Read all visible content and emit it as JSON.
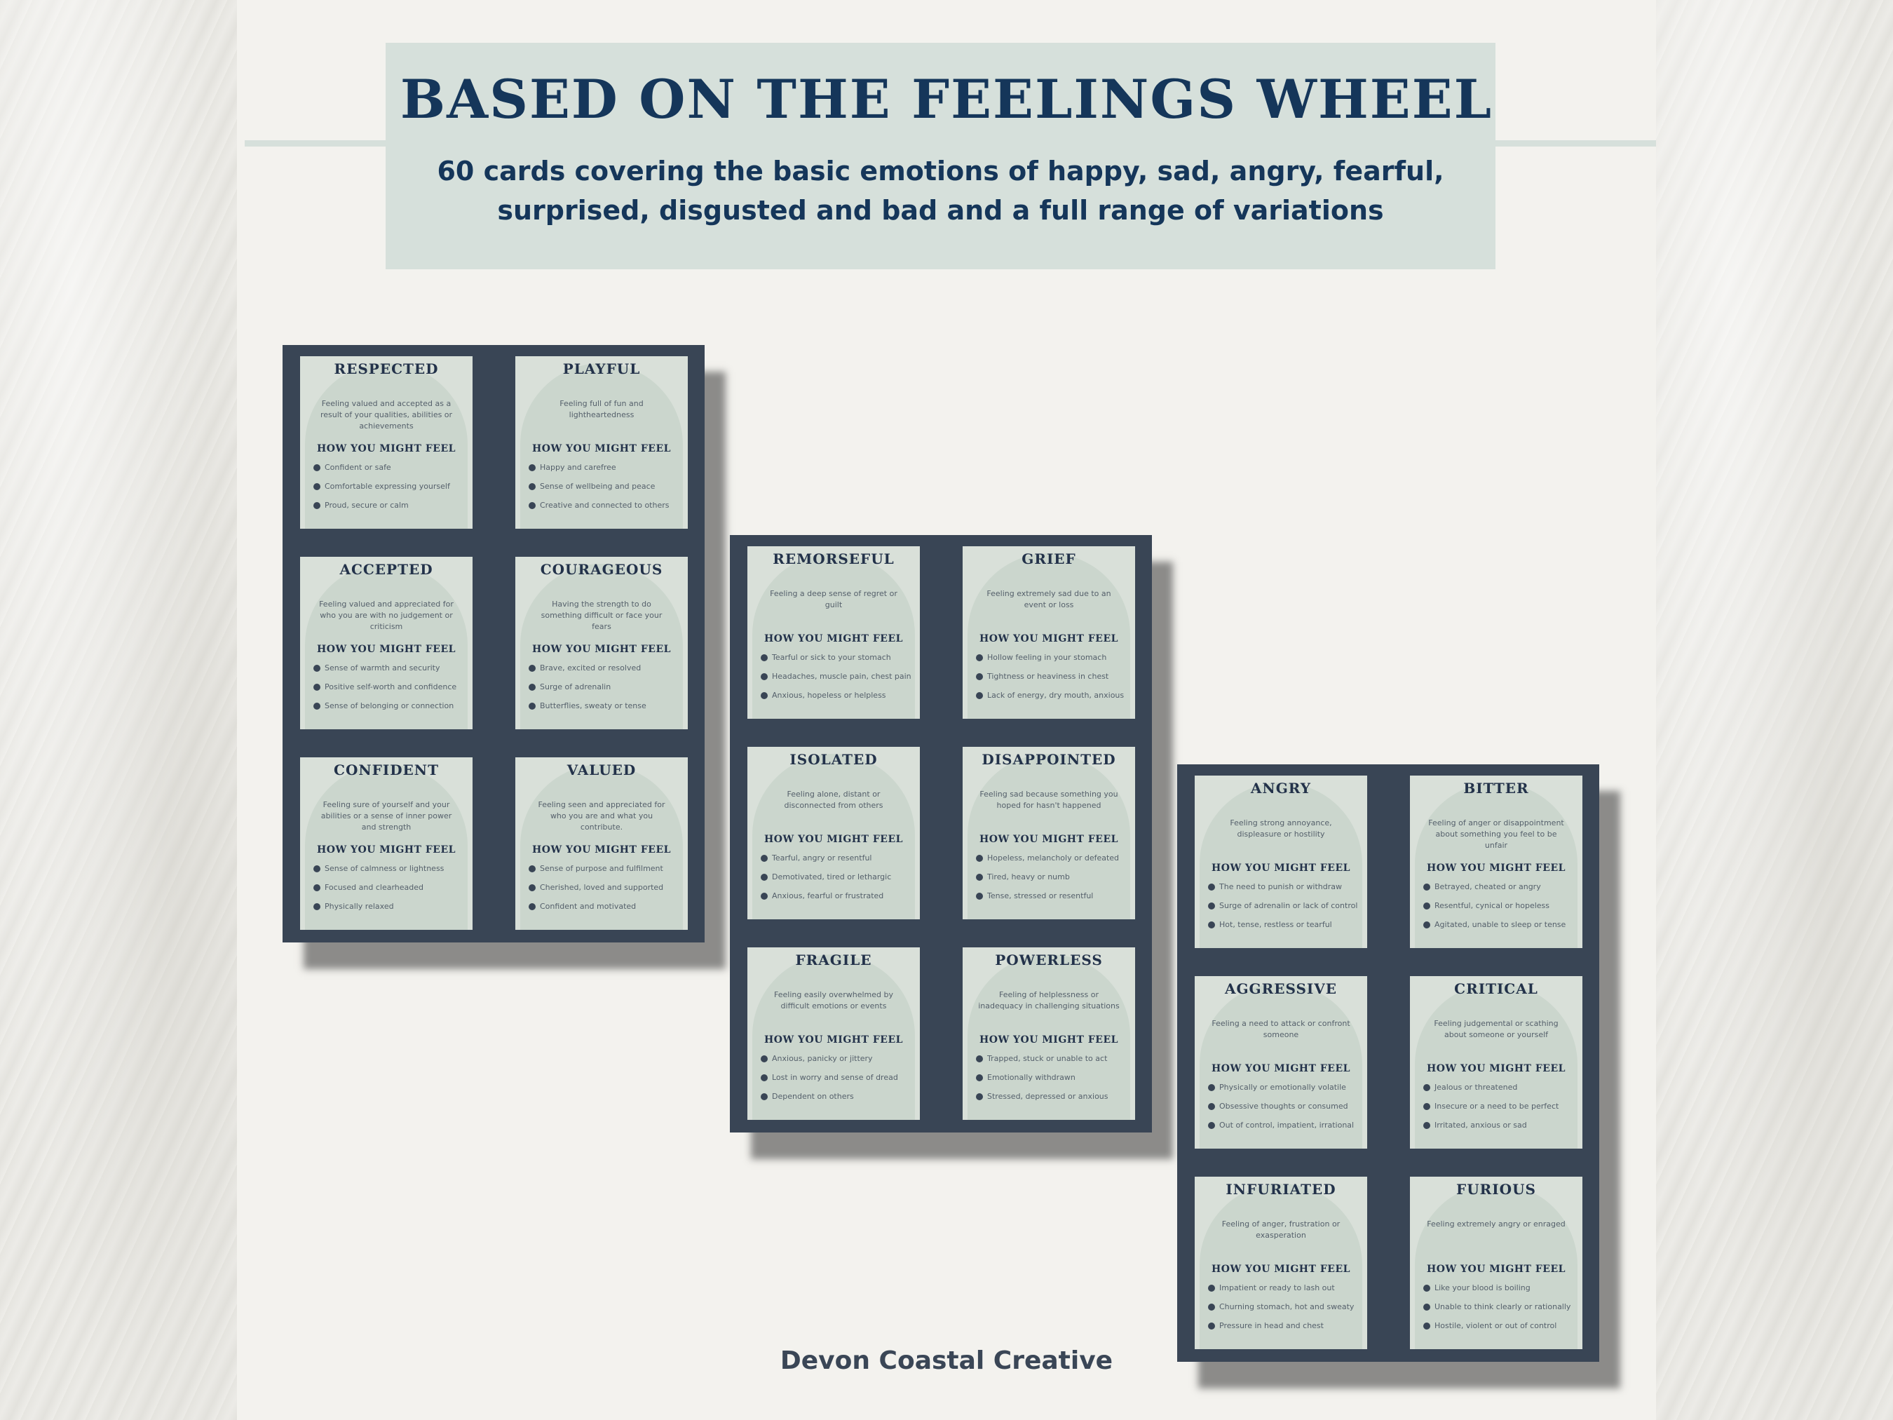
{
  "header": {
    "title": "BASED ON THE FEELINGS WHEEL",
    "subtitle": "60 cards covering the basic emotions of happy, sad, angry, fearful, surprised, disgusted and bad and a full range of variations"
  },
  "footer": {
    "brand": "Devon Coastal Creative"
  },
  "colors": {
    "sheet": "#394555",
    "card": "#d9e0d9",
    "arch": "#cbd6cd",
    "heading": "#15365a",
    "header_band": "#d6e0db"
  },
  "how_label": "HOW YOU MIGHT FEEL",
  "sheets": [
    {
      "cards": [
        {
          "title": "RESPECTED",
          "desc": "Feeling valued and accepted as a result of your qualities, abilities or achievements",
          "items": [
            "Confident or safe",
            "Comfortable expressing yourself",
            "Proud, secure or calm"
          ]
        },
        {
          "title": "PLAYFUL",
          "desc": "Feeling full of fun and lightheartedness",
          "items": [
            "Happy and carefree",
            "Sense of wellbeing and peace",
            "Creative and connected to others"
          ]
        },
        {
          "title": "ACCEPTED",
          "desc": "Feeling valued and appreciated for who you are with no judgement or criticism",
          "items": [
            "Sense of warmth and security",
            "Positive self-worth and confidence",
            "Sense of belonging or connection"
          ]
        },
        {
          "title": "COURAGEOUS",
          "desc": "Having the strength to do something difficult or face your fears",
          "items": [
            "Brave, excited or resolved",
            "Surge of adrenalin",
            "Butterflies, sweaty or tense"
          ]
        },
        {
          "title": "CONFIDENT",
          "desc": "Feeling sure of yourself and your abilities or a sense of inner power and strength",
          "items": [
            "Sense of calmness or lightness",
            "Focused and clearheaded",
            "Physically relaxed"
          ]
        },
        {
          "title": "VALUED",
          "desc": "Feeling seen and appreciated for who you are and what you contribute.",
          "items": [
            "Sense of purpose and fulfilment",
            "Cherished, loved and supported",
            "Confident and motivated"
          ]
        }
      ]
    },
    {
      "cards": [
        {
          "title": "REMORSEFUL",
          "desc": "Feeling a deep sense of regret or guilt",
          "items": [
            "Tearful or sick to your stomach",
            "Headaches, muscle pain, chest pain",
            "Anxious, hopeless or helpless"
          ]
        },
        {
          "title": "GRIEF",
          "desc": "Feeling extremely sad due to an event or loss",
          "items": [
            "Hollow feeling in your stomach",
            "Tightness or heaviness in chest",
            "Lack of energy, dry mouth, anxious"
          ]
        },
        {
          "title": "ISOLATED",
          "desc": "Feeling alone, distant or disconnected from others",
          "items": [
            "Tearful, angry or resentful",
            "Demotivated, tired or lethargic",
            "Anxious, fearful or frustrated"
          ]
        },
        {
          "title": "DISAPPOINTED",
          "desc": "Feeling sad because something you hoped for hasn't happened",
          "items": [
            "Hopeless, melancholy or defeated",
            "Tired, heavy or numb",
            "Tense, stressed or resentful"
          ]
        },
        {
          "title": "FRAGILE",
          "desc": "Feeling easily overwhelmed by difficult emotions or events",
          "items": [
            "Anxious, panicky or jittery",
            "Lost in worry and sense of dread",
            "Dependent on others"
          ]
        },
        {
          "title": "POWERLESS",
          "desc": "Feeling of helplessness or inadequacy in challenging situations",
          "items": [
            "Trapped, stuck or unable to act",
            "Emotionally withdrawn",
            "Stressed, depressed or anxious"
          ]
        }
      ]
    },
    {
      "cards": [
        {
          "title": "ANGRY",
          "desc": "Feeling strong annoyance, displeasure or hostility",
          "items": [
            "The need to punish or withdraw",
            "Surge of adrenalin or lack of control",
            "Hot, tense, restless or tearful"
          ]
        },
        {
          "title": "BITTER",
          "desc": "Feeling of anger or disappointment about something you feel to be unfair",
          "items": [
            "Betrayed, cheated or angry",
            "Resentful, cynical or hopeless",
            "Agitated, unable to sleep or tense"
          ]
        },
        {
          "title": "AGGRESSIVE",
          "desc": "Feeling a need to attack or confront someone",
          "items": [
            "Physically or emotionally volatile",
            "Obsessive thoughts or consumed",
            "Out of control, impatient, irrational"
          ]
        },
        {
          "title": "CRITICAL",
          "desc": "Feeling judgemental or scathing about someone or yourself",
          "items": [
            "Jealous or threatened",
            "Insecure or a need to be perfect",
            "Irritated, anxious or sad"
          ]
        },
        {
          "title": "INFURIATED",
          "desc": "Feeling of anger, frustration or exasperation",
          "items": [
            "Impatient or ready to lash out",
            "Churning stomach, hot and sweaty",
            "Pressure in head and chest"
          ]
        },
        {
          "title": "FURIOUS",
          "desc": "Feeling extremely angry or enraged",
          "items": [
            "Like your blood is boiling",
            "Unable to think clearly or rationally",
            "Hostile, violent or out of control"
          ]
        }
      ]
    }
  ]
}
